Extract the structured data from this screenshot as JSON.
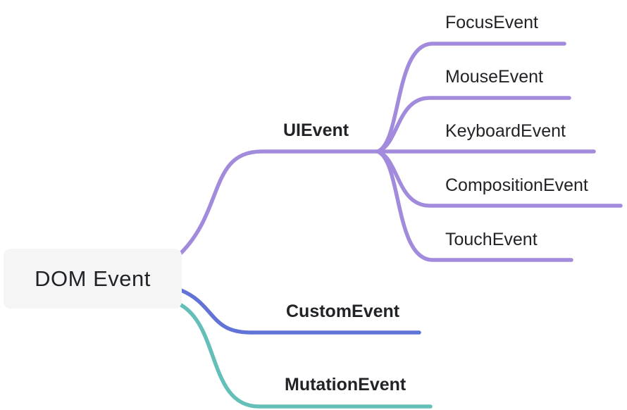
{
  "palette": {
    "root_background": "#f5f5f6",
    "text": "#212326",
    "uievent_branch": "#a28bdc",
    "customevent_branch": "#6173d7",
    "mutationevent_branch": "#64bfb9"
  },
  "mindmap": {
    "root": {
      "label": "DOM Event"
    },
    "branches": [
      {
        "label": "UIEvent",
        "color": "#a28bdc",
        "children": [
          "FocusEvent",
          "MouseEvent",
          "KeyboardEvent",
          "CompositionEvent",
          "TouchEvent"
        ]
      },
      {
        "label": "CustomEvent",
        "color": "#6173d7",
        "children": []
      },
      {
        "label": "MutationEvent",
        "color": "#64bfb9",
        "children": []
      }
    ]
  }
}
